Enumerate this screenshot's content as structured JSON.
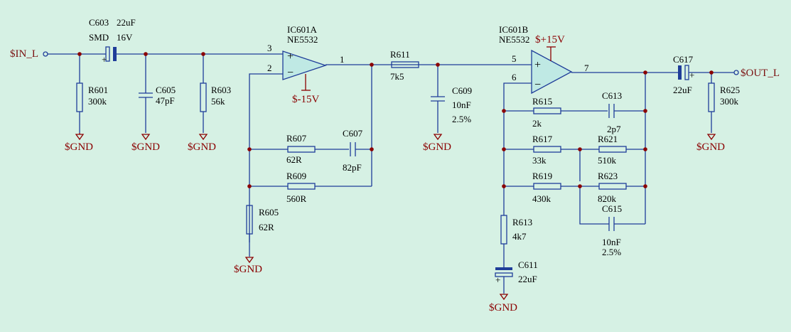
{
  "nets": {
    "in": "$IN_L",
    "out": "$OUT_L",
    "gnd": "$GND",
    "vneg": "$-15V",
    "vpos": "$+15V"
  },
  "opamps": {
    "a": {
      "ref": "IC601A",
      "part": "NE5532",
      "pin_noninv": "3",
      "pin_inv": "2",
      "pin_out": "1"
    },
    "b": {
      "ref": "IC601B",
      "part": "NE5532",
      "pin_noninv": "5",
      "pin_inv": "6",
      "pin_out": "7"
    }
  },
  "symbols": {
    "plus": "+",
    "minus": "−"
  },
  "components": {
    "c603": {
      "ref": "C603",
      "value": "22uF",
      "package": "SMD",
      "voltage": "16V"
    },
    "r601": {
      "ref": "R601",
      "value": "300k"
    },
    "c605": {
      "ref": "C605",
      "value": "47pF"
    },
    "r603": {
      "ref": "R603",
      "value": "56k"
    },
    "r607": {
      "ref": "R607",
      "value": "62R"
    },
    "c607": {
      "ref": "C607",
      "value": "82pF"
    },
    "r609": {
      "ref": "R609",
      "value": "560R"
    },
    "r605": {
      "ref": "R605",
      "value": "62R"
    },
    "r611": {
      "ref": "R611",
      "value": "7k5"
    },
    "c609": {
      "ref": "C609",
      "value": "10nF",
      "tolerance": "2.5%"
    },
    "r615": {
      "ref": "R615",
      "value": "2k"
    },
    "c613": {
      "ref": "C613",
      "value": "2p7"
    },
    "r617": {
      "ref": "R617",
      "value": "33k"
    },
    "r621": {
      "ref": "R621",
      "value": "510k"
    },
    "r619": {
      "ref": "R619",
      "value": "430k"
    },
    "r623": {
      "ref": "R623",
      "value": "820k"
    },
    "c615": {
      "ref": "C615",
      "value": "10nF",
      "tolerance": "2.5%"
    },
    "r613": {
      "ref": "R613",
      "value": "4k7"
    },
    "c611": {
      "ref": "C611",
      "value": "22uF"
    },
    "c617": {
      "ref": "C617",
      "value": "22uF"
    },
    "r625": {
      "ref": "R625",
      "value": "300k"
    }
  }
}
